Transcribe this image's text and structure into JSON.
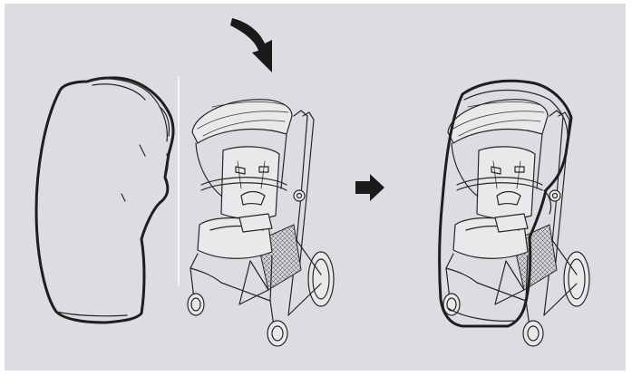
{
  "figure": {
    "steps": [
      "mosquito-net",
      "stroller",
      "stroller-with-net"
    ],
    "colors": {
      "background": "#dcdde0",
      "line": "#262626",
      "arrow": "#1a1a1a"
    }
  }
}
